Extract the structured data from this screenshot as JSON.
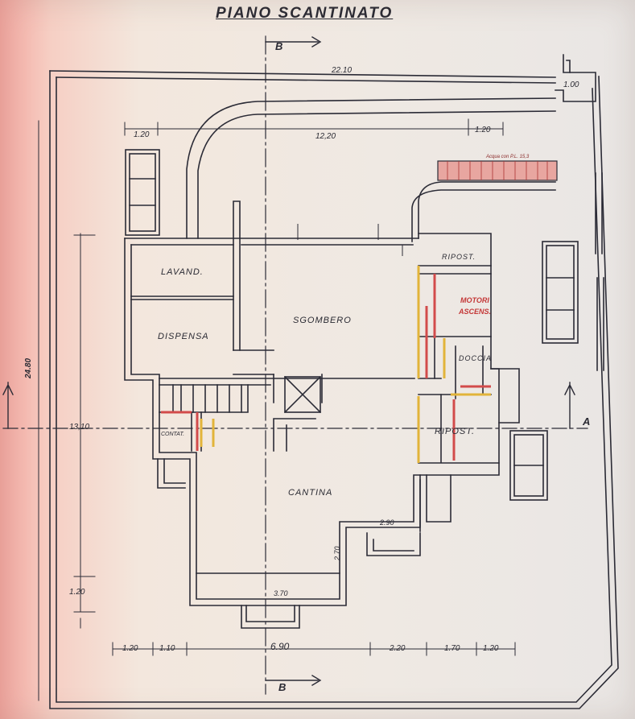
{
  "title": "PIANO SCANTINATO",
  "section_b_top": "B",
  "section_b_bottom": "B",
  "section_a_right": "A",
  "rooms": {
    "lavand": "LAVAND.",
    "dispensa": "DISPENSA",
    "sgombero": "SGOMBERO",
    "ripost_top": "RIPOST.",
    "motori": "MOTORI",
    "ascens": "ASCENS.",
    "doccia": "DOCCIA",
    "ripost_bottom": "RIPOST.",
    "cantina": "CANTINA",
    "contatori": "CONTAT."
  },
  "note": "Acqua con P.L. 15,3",
  "dims": {
    "overall_width": "22.10",
    "corner": "1.00",
    "left_120": "1.20",
    "inner_1220": "12,20",
    "right_120": "1.20",
    "height_2480": "24.80",
    "height_1310": "13,10",
    "bottom_left_120": "1.20",
    "b_120": "1.20",
    "b_110": "1.10",
    "b_690": "6.90",
    "b_220": "2.20",
    "b_170": "1.70",
    "b_120r": "1.20",
    "d_290": "2.90",
    "d_270": "2.70",
    "d_370": "3.70"
  }
}
